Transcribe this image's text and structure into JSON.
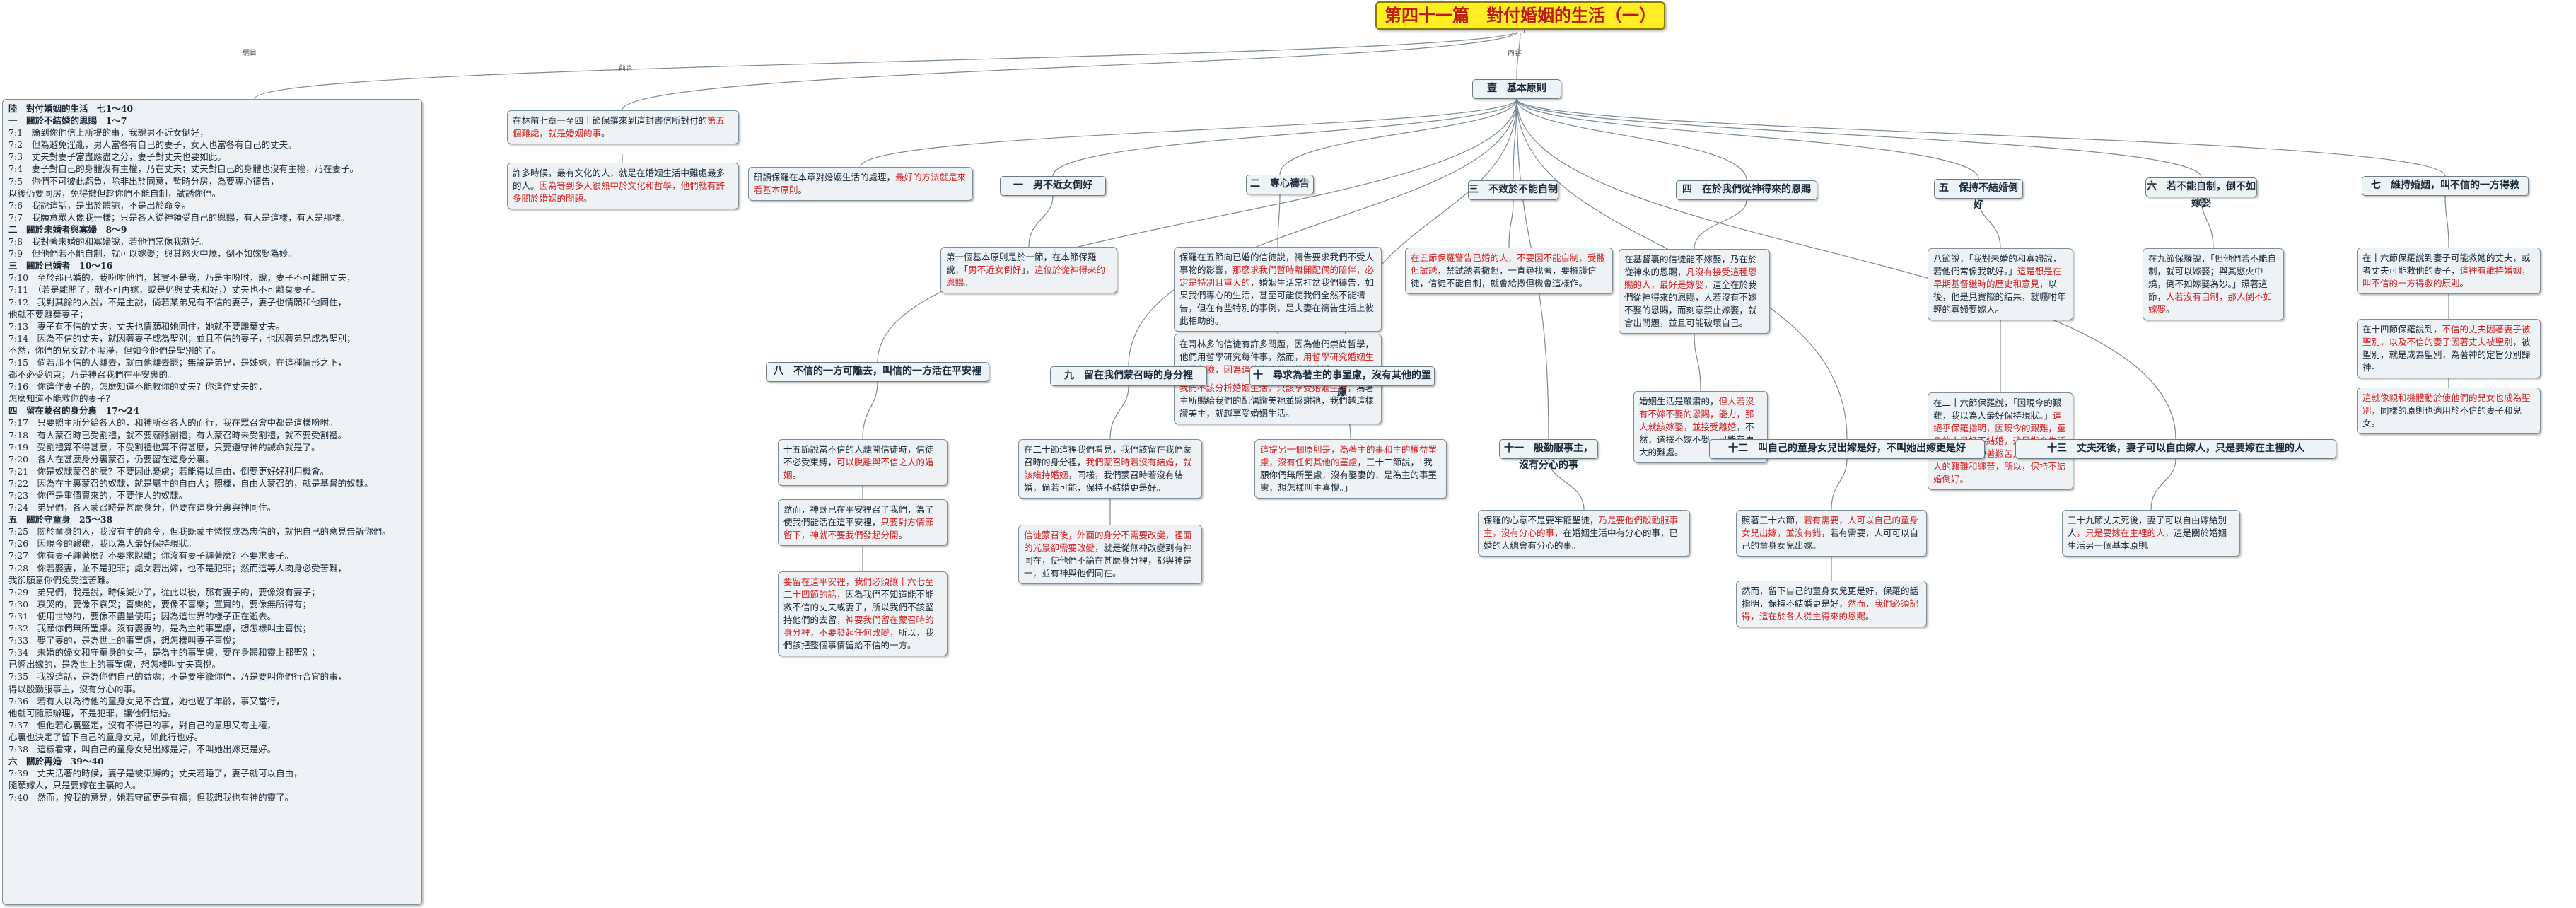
{
  "title": "第四十一篇　對付婚姻的生活（一）",
  "tags": {
    "outline": "綱目",
    "foreword": "前言",
    "body": "內容"
  },
  "outline_lines": [
    {
      "t": "陸　對付婚姻的生活　七1～40",
      "sec": true
    },
    {
      "t": "一　關於不結婚的恩賜　1～7",
      "sec": true
    },
    {
      "t": "7:1　論到你們信上所提的事，我說男不近女倒好，"
    },
    {
      "t": "7:2　但為避免淫亂，男人當各有自己的妻子，女人也當各有自己的丈夫。"
    },
    {
      "t": "7:3　丈夫對妻子當盡應盡之分，妻子對丈夫也要如此。"
    },
    {
      "t": "7:4　妻子對自己的身體沒有主權，乃在丈夫；丈夫對自己的身體也沒有主權，乃在妻子。"
    },
    {
      "t": "7:5　你們不可彼此虧負，除非出於同意，暫時分房，為要專心禱告，"
    },
    {
      "t": "以後仍要同房，免得撒但趁你們不能自制，試誘你們。"
    },
    {
      "t": "7:6　我說這話，是出於體諒，不是出於命令。"
    },
    {
      "t": "7:7　我願意眾人像我一樣；只是各人從神領受自己的恩賜，有人是這樣，有人是那樣。"
    },
    {
      "t": "二　關於未婚者與寡婦　8～9",
      "sec": true
    },
    {
      "t": "7:8　我對著未婚的和寡婦說，若他們常像我就好。"
    },
    {
      "t": "7:9　但他們若不能自制，就可以嫁娶；與其慾火中燒，倒不如嫁娶為妙。"
    },
    {
      "t": "三　關於已婚者　10～16",
      "sec": true
    },
    {
      "t": "7:10　至於那已婚的，我吩咐他們，其實不是我，乃是主吩咐，說，妻子不可離開丈夫，"
    },
    {
      "t": "7:11　（若是離開了，就不可再嫁，或是仍與丈夫和好，）丈夫也不可離棄妻子。"
    },
    {
      "t": "7:12　我對其餘的人說，不是主說，倘若某弟兄有不信的妻子，妻子也情願和他同住，"
    },
    {
      "t": "他就不要離棄妻子；"
    },
    {
      "t": "7:13　妻子有不信的丈夫，丈夫也情願和她同住，她就不要離棄丈夫。"
    },
    {
      "t": "7:14　因為不信的丈夫，就因著妻子成為聖別；並且不信的妻子，也因著弟兄成為聖別；"
    },
    {
      "t": "不然，你們的兒女就不潔淨，但如今他們是聖別的了。"
    },
    {
      "t": "7:15　倘若那不信的人離去，就由他離去罷；無論是弟兄，是姊妹，在這種情形之下，"
    },
    {
      "t": "都不必受約束；乃是神召我們在平安裏的。"
    },
    {
      "t": "7:16　你這作妻子的，怎麼知道不能救你的丈夫？你這作丈夫的，"
    },
    {
      "t": "怎麼知道不能救你的妻子？"
    },
    {
      "t": "四　留在蒙召的身分裏　17～24",
      "sec": true
    },
    {
      "t": "7:17　只要照主所分給各人的，和神所召各人的而行，我在眾召會中都是這樣吩咐。"
    },
    {
      "t": "7:18　有人蒙召時已受割禮，就不要廢除割禮；有人蒙召時未受割禮，就不要受割禮。"
    },
    {
      "t": "7:19　受割禮算不得甚麼，不受割禮也算不得甚麼，只要遵守神的誡命就是了。"
    },
    {
      "t": "7:20　各人在甚麼身分裏蒙召，仍要留在這身分裏。"
    },
    {
      "t": "7:21　你是奴隸蒙召的麼？不要因此憂慮；若能得以自由，倒要更好好利用機會。"
    },
    {
      "t": "7:22　因為在主裏蒙召的奴隸，就是屬主的自由人；照樣，自由人蒙召的，就是基督的奴隸。"
    },
    {
      "t": "7:23　你們是重價買來的，不要作人的奴隸。"
    },
    {
      "t": "7:24　弟兄們，各人蒙召時是甚麼身分，仍要在這身分裏與神同住。"
    },
    {
      "t": "五　關於守童身　25～38",
      "sec": true
    },
    {
      "t": "7:25　關於童身的人，我沒有主的命令，但我既蒙主憐憫成為忠信的，就把自己的意見告訴你們。"
    },
    {
      "t": "7:26　因現今的艱難，我以為人最好保持現狀。"
    },
    {
      "t": "7:27　你有妻子纏著麼？不要求脫離；你沒有妻子纏著麼？不要求妻子。"
    },
    {
      "t": "7:28　你若娶妻，並不是犯罪；處女若出嫁，也不是犯罪；然而這等人肉身必受苦難，"
    },
    {
      "t": "我卻願意你們免受這苦難。"
    },
    {
      "t": "7:29　弟兄們，我是說，時候減少了，從此以後，那有妻子的，要像沒有妻子；"
    },
    {
      "t": "7:30　哀哭的，要像不哀哭；喜樂的，要像不喜樂；置買的，要像無所得有；"
    },
    {
      "t": "7:31　使用世物的，要像不盡量使用；因為這世界的樣子正在逝去。"
    },
    {
      "t": "7:32　我願你們無所罣慮。沒有娶妻的，是為主的事罣慮，想怎樣叫主喜悅；"
    },
    {
      "t": "7:33　娶了妻的，是為世上的事罣慮，想怎樣叫妻子喜悅；"
    },
    {
      "t": "7:34　未婚的婦女和守童身的女子，是為主的事罣慮，要在身體和靈上都聖別；"
    },
    {
      "t": "已經出嫁的，是為世上的事罣慮，想怎樣叫丈夫喜悅。"
    },
    {
      "t": "7:35　我說這話，是為你們自己的益處；不是要牢籠你們，乃是要叫你們行合宜的事，"
    },
    {
      "t": "得以殷勤服事主，沒有分心的事。"
    },
    {
      "t": "7:36　若有人以為待他的童身女兒不合宜，她也過了年齡，事又當行，"
    },
    {
      "t": "他就可隨願辦理，不是犯罪，讓他們結婚。"
    },
    {
      "t": "7:37　但他若心裏堅定，沒有不得已的事，對自己的意思又有主權，"
    },
    {
      "t": "心裏也決定了留下自己的童身女兒，如此行也好。"
    },
    {
      "t": "7:38　這樣看來，叫自己的童身女兒出嫁是好，不叫她出嫁更是好。"
    },
    {
      "t": "六　關於再婚　39～40",
      "sec": true
    },
    {
      "t": "7:39　丈夫活著的時候，妻子是被束縛的；丈夫若睡了，妻子就可以自由，"
    },
    {
      "t": "隨願嫁人，只是要嫁在主裏的人。"
    },
    {
      "t": "7:40　然而，按我的意見，她若守節更是有福；但我想我也有神的靈了。"
    }
  ],
  "foreword": [
    {
      "segments": [
        {
          "t": "在林前七章一至四十節保羅來到這封書信所對付的"
        },
        {
          "t": "第五個難處，就是婚姻的事",
          "red": true
        },
        {
          "t": "。"
        }
      ]
    },
    {
      "segments": [
        {
          "t": "許多時候，最有文化的人，就是在婚姻生活中難處最多的人。"
        },
        {
          "t": "因為等到多人很熱中於文化和哲學，他們就有許多關於婚姻的問題。",
          "red": true
        }
      ]
    }
  ],
  "basic": {
    "label": "壹　基本原則",
    "intro": [
      {
        "t": "研讀保羅在本章對婚姻生活的處理，"
      },
      {
        "t": "最好的方法就是來看基本原則",
        "red": true
      },
      {
        "t": "。"
      }
    ]
  },
  "principles": [
    {
      "label": "一　男不近女倒好",
      "notes": [
        [
          {
            "t": "第一個基本原則是於一節，在本節保羅說，「"
          },
          {
            "t": "男不近女倒好",
            "red": true
          },
          {
            "t": "」，"
          },
          {
            "t": "這位於從神得來的恩賜",
            "red": true
          },
          {
            "t": "。"
          }
        ]
      ]
    },
    {
      "label": "二　專心禱告",
      "notes": [
        [
          {
            "t": "保羅在五節向已婚的信徒說，禱告要求我們不受人事物的影響，"
          },
          {
            "t": "那麼求我們暫時離開配偶的陪伴，必定是特別且重大的",
            "red": true
          },
          {
            "t": "，婚姻生活常打岔我們禱告，如果我們專心的生活，甚至可能使我們全然不能禱告，但在有些特別的事例，是夫妻在禱告生活上彼此相助的。"
          }
        ],
        [
          {
            "t": "在哥林多的信徒有許多問題，因為他們崇尚哲學，他們用哲學研究每件事，然而，"
          },
          {
            "t": "用哲學研究婚姻生活是危險，因為這能導致分居甚或離婚",
            "red": true
          },
          {
            "t": "。"
          }
        ],
        [
          {
            "t": "我們不該分析婚姻生活，只該享受婚姻生活",
            "red": true
          },
          {
            "t": "，為著主所賜給我們的配偶讚美祂並感謝祂，我們越這樣讚美主，就越享受婚姻生活。"
          }
        ]
      ]
    },
    {
      "label": "三　不致於不能自制",
      "notes": [
        [
          {
            "t": "在五節保羅警告已婚的人，不要因不能自制，受撒但試誘",
            "red": true
          },
          {
            "t": "，禁試誘者撒但，一直尋找著，要擁護信徒，信徒不能自制，就會給撒但機會這樣作。"
          }
        ]
      ]
    },
    {
      "label": "四　在於我們從神得來的恩賜",
      "notes": [
        [
          {
            "t": "在基督裏的信徒能不嫁娶，乃在於從神來的恩賜，"
          },
          {
            "t": "凡沒有接受這種恩賜的人，最好是嫁娶",
            "red": true
          },
          {
            "t": "，這全在於我們從神得來的恩賜，人若沒有不嫁不娶的恩賜，而刻意禁止嫁娶，就會出問題，並且可能破壞自己。"
          }
        ],
        [
          {
            "t": "婚姻生活是嚴肅的，"
          },
          {
            "t": "但人若沒有不嫁不娶的恩賜，能力，那人就該嫁娶，並接受離婚",
            "red": true
          },
          {
            "t": "，不然，選擇不嫁不娶，可能有更大的難處。"
          }
        ]
      ]
    },
    {
      "label": "五　保持不結婚倒好",
      "notes": [
        [
          {
            "t": "八節說，「我對未婚的和寡婦說，若他們常像我就好。」"
          },
          {
            "t": "這是想是在早期基督繼時的歷史和意見",
            "red": true
          },
          {
            "t": "，以後，他是見實際的結果，就囑咐年輕的寡婦要嫁人。"
          }
        ],
        [
          {
            "t": "在二十六節保羅說，「因現今的艱難，我以為人最好保持現狀。」"
          },
          {
            "t": "這絕乎保羅指明，因現今的艱難，童身的人最好不結婚，",
            "red": true
          },
          {
            "t": "這是指今生活的艱難，束縛著艱苦人，並且成了人的艱難和纏苦，所以，保持不結婚倒好。",
            "red": true
          }
        ]
      ]
    },
    {
      "label": "六　若不能自制，倒不如嫁娶",
      "notes": [
        [
          {
            "t": "在九節保羅說，「但他們若不能自制，就可以嫁娶；與其慾火中燒，倒不如嫁娶為妙。」照著這節，"
          },
          {
            "t": "人若沒有自制，那人倒不如嫁娶",
            "red": true
          },
          {
            "t": "。"
          }
        ]
      ]
    },
    {
      "label": "七　維持婚姻，叫不信的一方得救",
      "notes": [
        [
          {
            "t": "在十六節保羅說到妻子可能救她的丈夫，或者丈夫可能救他的妻子，"
          },
          {
            "t": "這裡有維持婚姻，叫不信的一方得救的原則",
            "red": true
          },
          {
            "t": "。"
          }
        ],
        [
          {
            "t": "在十四節保羅說到，"
          },
          {
            "t": "不信的丈夫因著妻子被聖別，以及不信的妻子因著丈夫被聖別",
            "red": true
          },
          {
            "t": "，被聖別，就是成為聖別，為著神的定旨分別歸神。"
          }
        ],
        [
          {
            "t": "這就像親和機體動於使他們的兒女也成為聖別",
            "red": true
          },
          {
            "t": "，同樣的原則也適用於不信的妻子和兒女。"
          }
        ]
      ]
    },
    {
      "label": "八　不信的一方可離去，叫信的一方活在平安裡",
      "notes": [
        [
          {
            "t": "十五節說當不信的人離開信徒時，信徒不必受束縛，"
          },
          {
            "t": "可以脫離與不信之人的婚姻",
            "red": true
          },
          {
            "t": "。"
          }
        ],
        [
          {
            "t": "然而，神既已在平安裡召了我們，為了使我們能活在這平安裡，"
          },
          {
            "t": "只要對方情願留下，神就不要我們發起分開",
            "red": true
          },
          {
            "t": "。"
          }
        ],
        [
          {
            "t": "要留在這平安裡，我們必須讓十六七至二十四節的話，",
            "red": true
          },
          {
            "t": "因為我們不知道能不能救不信的丈夫或妻子，所以我們不該堅持他們的去留，"
          },
          {
            "t": "神要我們留在蒙召時的身分裡，不要發起任何改變",
            "red": true
          },
          {
            "t": "，所以，我們該把整個事情留給不信的一方。"
          }
        ]
      ]
    },
    {
      "label": "九　留在我們蒙召時的身分裡",
      "notes": [
        [
          {
            "t": "在二十節這裡我們看見，我們該留在我們蒙召時的身分裡，"
          },
          {
            "t": "我們蒙召時若沒有結婚，就該維持婚姻",
            "red": true
          },
          {
            "t": "，同樣，我們蒙召時若沒有結婚，倘若可能，保持不結婚更是好。"
          }
        ],
        [
          {
            "t": "信徒蒙召後，外面的身分不需要改變，裡面的光景卻需要改變",
            "red": true
          },
          {
            "t": "，就是從無神改變到有神同在，使他們不論在甚麼身分裡，都與神是一，並有神與他們同在。"
          }
        ]
      ]
    },
    {
      "label": "十　尋求為著主的事罣慮，沒有其他的罣慮",
      "notes": [
        [
          {
            "t": "這提另一個原則是，為著主的事和主的權益罣慮，沒有任何其他的罣慮",
            "red": true
          },
          {
            "t": "，三十二節說，「我願你們無所罣慮，沒有娶妻的，是為主的事罣慮，想怎樣叫主喜悅。」"
          }
        ]
      ]
    },
    {
      "label": "十一　殷勤服事主，沒有分心的事",
      "notes": [
        [
          {
            "t": "保羅的心意不是要牢籠聖徒，"
          },
          {
            "t": "乃是要他們殷勤服事主，沒有分心的事",
            "red": true
          },
          {
            "t": "，在婚姻生活中有分心的事，已婚的人總會有分心的事。"
          }
        ]
      ]
    },
    {
      "label": "十二　叫自己的童身女兒出嫁是好，不叫她出嫁更是好",
      "notes": [
        [
          {
            "t": "照著三十六節，"
          },
          {
            "t": "若有需要，人可以自己的童身女兒出嫁，並沒有錯",
            "red": true
          },
          {
            "t": "，若有需要，人可可以自己的童身女兒出嫁。"
          }
        ],
        [
          {
            "t": "然而，留下自己的童身女兒更是好，保羅的話指明，保持不結婚更是好，"
          },
          {
            "t": "然而，我們必須記得，這在於各人從主得來的恩賜",
            "red": true
          },
          {
            "t": "。"
          }
        ]
      ]
    },
    {
      "label": "十三　丈夫死後，妻子可以自由嫁人，只是要嫁在主裡的人",
      "notes": [
        [
          {
            "t": "三十九節丈夫死後，妻子可以自由嫁給別人"
          },
          {
            "t": "，只是要嫁在主裡的人",
            "red": true
          },
          {
            "t": "，這是關於婚姻生活另一個基本原則。"
          }
        ]
      ]
    }
  ]
}
